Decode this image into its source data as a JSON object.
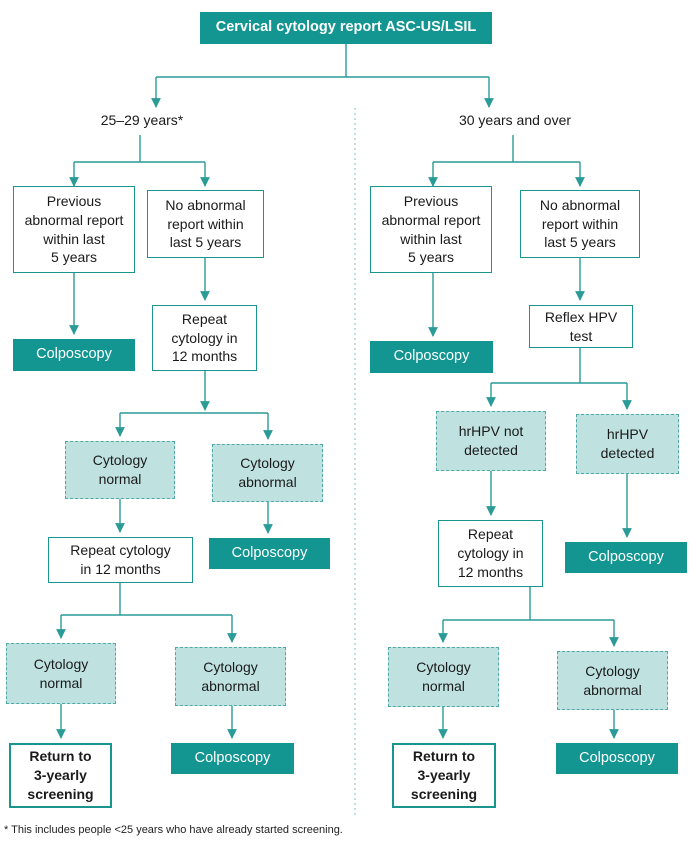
{
  "title": "Cervical cytology report ASC-US/LSIL",
  "left": {
    "age_group": "25–29 years*",
    "previous_abnormal": "Previous\nabnormal report\nwithin last\n5 years",
    "no_abnormal": "No abnormal\nreport within\nlast 5 years",
    "colposcopy_1": "Colposcopy",
    "repeat_cytology_1": "Repeat\ncytology in\n12 months",
    "cytology_normal_1": "Cytology\nnormal",
    "cytology_abnormal_1": "Cytology\nabnormal",
    "colposcopy_2": "Colposcopy",
    "repeat_cytology_2": "Repeat cytology\nin 12 months",
    "cytology_normal_2": "Cytology\nnormal",
    "cytology_abnormal_2": "Cytology\nabnormal",
    "return_screening": "Return to\n3-yearly\nscreening",
    "colposcopy_3": "Colposcopy"
  },
  "right": {
    "age_group": "30 years and over",
    "previous_abnormal": "Previous\nabnormal report\nwithin last\n5 years",
    "no_abnormal": "No abnormal\nreport within\nlast 5 years",
    "colposcopy_1": "Colposcopy",
    "reflex_hpv": "Reflex HPV\ntest",
    "hrhpv_not_detected": "hrHPV not\ndetected",
    "hrhpv_detected": "hrHPV\ndetected",
    "repeat_cytology": "Repeat\ncytology in\n12 months",
    "colposcopy_2": "Colposcopy",
    "cytology_normal": "Cytology\nnormal",
    "cytology_abnormal": "Cytology\nabnormal",
    "return_screening": "Return to\n3-yearly\nscreening",
    "colposcopy_3": "Colposcopy"
  },
  "footnote": "* This includes people <25 years who have already started screening.",
  "colors": {
    "teal": "#139591",
    "teal_light": "#bfe2e1",
    "line": "#2a9b97",
    "divider": "#7cc0bd"
  }
}
